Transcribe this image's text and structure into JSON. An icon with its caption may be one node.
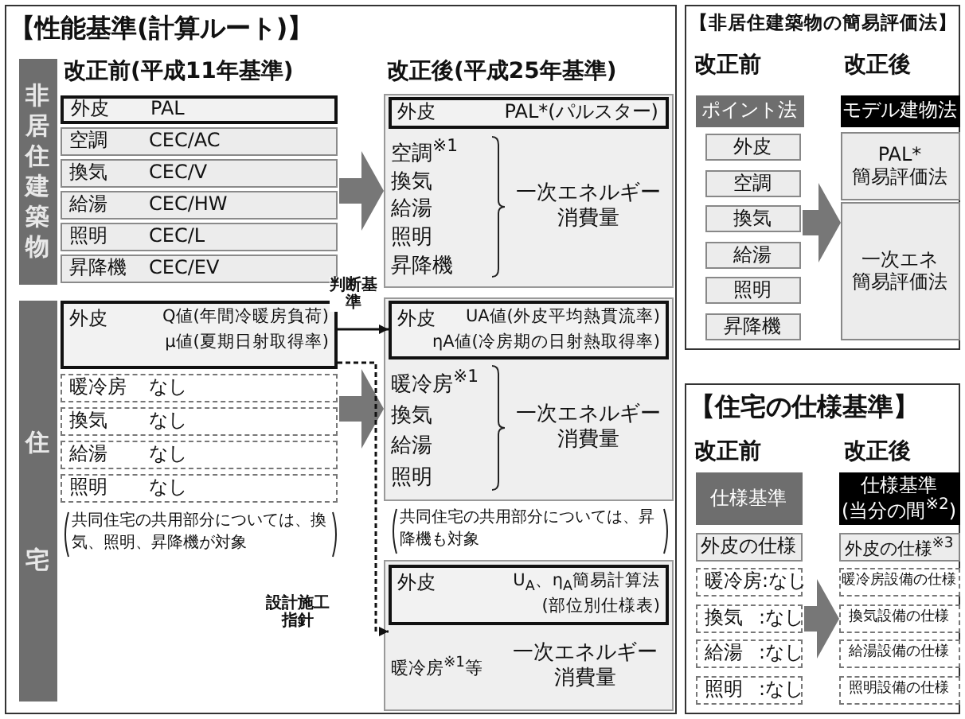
{
  "diagram": {
    "nodes": [
      {
        "text": [
          "【性能基準(計算ルート)】"
        ]
      },
      {
        "text": [
          "非居住建築物"
        ],
        "in": 0
      },
      {
        "text": [
          "外皮",
          "PAL"
        ],
        "in": 0
      },
      {
        "text": [
          "空調",
          "CEC/AC"
        ],
        "in": 0
      },
      {
        "text": [
          "換気",
          "CEC/V"
        ],
        "in": 0
      },
      {
        "text": [
          "給湯",
          "CEC/HW"
        ],
        "in": 0
      },
      {
        "text": [
          "照明",
          "CEC/L"
        ],
        "in": 0
      },
      {
        "text": [
          "昇降機",
          "CEC/EV"
        ],
        "in": 0
      },
      {
        "text": [
          "空調$^{※1}$",
          "換気",
          "給湯",
          "照明",
          "昇降機",
          "一次エネルギー消費量"
        ],
        "in": 0
      },
      {
        "text": [
          "外皮",
          "PAL*(パルスター)"
        ],
        "in": 8
      },
      {
        "text": [
          "住宅"
        ],
        "in": 0
      },
      {
        "text": [
          "外皮",
          "Q値(年間冷暖房負荷)",
          "μ値(夏期日射取得率)"
        ],
        "in": 0
      },
      {
        "text": [
          "暖冷房",
          "なし"
        ],
        "in": 0
      },
      {
        "text": [
          "換気",
          "なし"
        ],
        "in": 0
      },
      {
        "text": [
          "給湯",
          "なし"
        ],
        "in": 0
      },
      {
        "text": [
          "照明",
          "なし"
        ],
        "in": 0
      },
      {
        "text": [
          "暖冷房$^{※1}$",
          "換気",
          "給湯",
          "照明",
          "一次エネルギー消費量"
        ],
        "in": 0
      },
      {
        "text": [
          "外皮",
          "UA値(外皮平均熱貫流率)",
          "ηA値(冷房期の日射熱取得率)"
        ],
        "in": 16
      },
      {
        "text": [
          "暖冷房$^{※1}$等",
          "一次エネルギー消費量"
        ],
        "in": 0
      },
      {
        "text": [
          "外皮",
          "U$_{A}$、η$_{A}$簡易計算法",
          "(部位別仕様表)"
        ],
        "in": 18
      },
      {
        "text": [
          "【非居住建築物の簡易評価法】"
        ]
      },
      {
        "text": [
          "ポイント法"
        ],
        "in": 20
      },
      {
        "text": [
          "外皮"
        ],
        "in": 20
      },
      {
        "text": [
          "空調"
        ],
        "in": 20
      },
      {
        "text": [
          "換気"
        ],
        "in": 20
      },
      {
        "text": [
          "給湯"
        ],
        "in": 20
      },
      {
        "text": [
          "照明"
        ],
        "in": 20
      },
      {
        "text": [
          "昇降機"
        ],
        "in": 20
      },
      {
        "text": [
          "モデル建物法"
        ],
        "in": 20
      },
      {
        "text": [
          "PAL*",
          "簡易評価法"
        ],
        "in": 20
      },
      {
        "text": [
          "一次エネ",
          "簡易評価法"
        ],
        "in": 20
      },
      {
        "text": [
          "【住宅の仕様基準】"
        ]
      },
      {
        "text": [
          "仕様基準"
        ],
        "in": 31
      },
      {
        "text": [
          "外皮の仕様"
        ],
        "in": 31
      },
      {
        "text": [
          "暖冷房",
          ":なし"
        ],
        "in": 31
      },
      {
        "text": [
          "換気",
          ":なし"
        ],
        "in": 31
      },
      {
        "text": [
          "給湯",
          ":なし"
        ],
        "in": 31
      },
      {
        "text": [
          "照明",
          ":なし"
        ],
        "in": 31
      },
      {
        "text": [
          "仕様基準",
          "(当分の間$^{※2}$)"
        ],
        "in": 31
      },
      {
        "text": [
          "外皮の仕様$^{※3}$"
        ],
        "in": 31
      },
      {
        "text": [
          "暖冷房設備の仕様"
        ],
        "in": 31
      },
      {
        "text": [
          "換気設備の仕様"
        ],
        "in": 31
      },
      {
        "text": [
          "給湯設備の仕様"
        ],
        "in": 31
      },
      {
        "text": [
          "照明設備の仕様"
        ],
        "in": 31
      }
    ],
    "edges": [
      {
        "from": 5,
        "to": 8,
        "arrow": "to"
      },
      {
        "from": 11,
        "to": 17,
        "arrow": "to",
        "label": "判断基準",
        "color": "#111111"
      },
      {
        "from": 13,
        "to": 16,
        "arrow": "to"
      },
      {
        "from": 11,
        "to": 19,
        "arrow": "to",
        "label": "設計施工指針",
        "style": "dashed",
        "color": "#111111"
      },
      {
        "from": 24,
        "to": 30,
        "arrow": "to"
      },
      {
        "from": 35,
        "to": 41,
        "arrow": "to"
      }
    ],
    "labels": [
      "改正前(平成11年基準)",
      "改正後(平成25年基準)",
      "共同住宅の共用部分については、換気、照明、昇降機が対象",
      "共同住宅の共用部分については、昇降機も対象",
      "改正前",
      "改正後",
      "改正前",
      "改正後"
    ]
  }
}
